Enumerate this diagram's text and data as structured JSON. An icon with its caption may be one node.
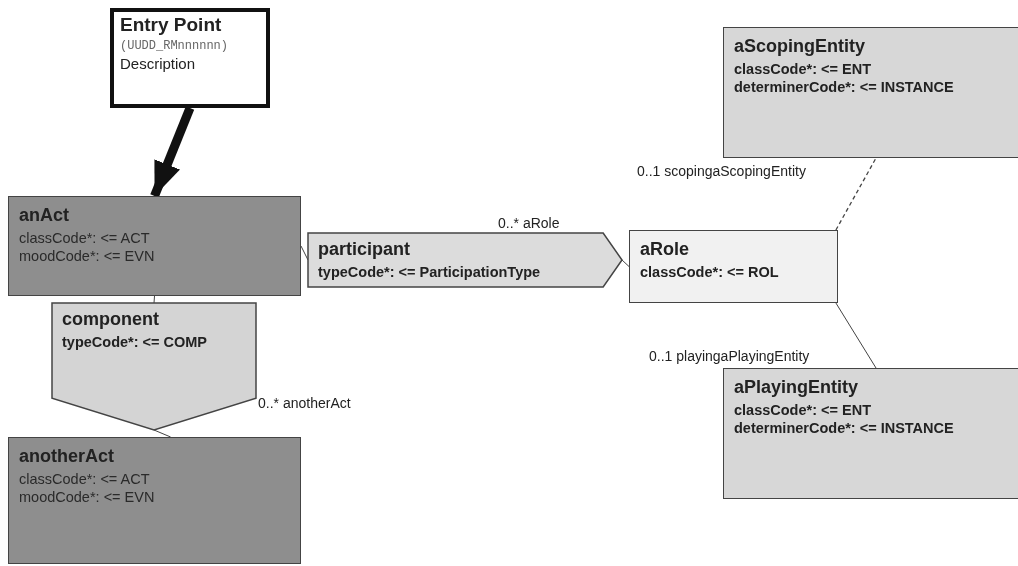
{
  "diagram": {
    "nodes": [
      {
        "text": [
          "Entry Point",
          "(UUDD_RMnnnnnn)",
          "Description"
        ]
      },
      {
        "text": [
          "anAct",
          "classCode*: <= ACT",
          "moodCode*: <= EVN"
        ]
      },
      {
        "text": [
          "participant",
          "typeCode*: <= ParticipationType"
        ],
        "beside": [
          "0..* aRole"
        ]
      },
      {
        "text": [
          "aRole",
          "classCode*: <= ROL"
        ]
      },
      {
        "text": [
          "aScopingEntity",
          "classCode*: <= ENT",
          "determinerCode*: <= INSTANCE"
        ]
      },
      {
        "text": [
          "aPlayingEntity",
          "classCode*: <= ENT",
          "determinerCode*: <= INSTANCE"
        ]
      },
      {
        "text": [
          "component",
          "typeCode*: <= COMP"
        ],
        "beside": [
          "0..* anotherAct"
        ]
      },
      {
        "text": [
          "anotherAct",
          "classCode*: <= ACT",
          "moodCode*: <= EVN"
        ]
      }
    ],
    "edges": [
      {
        "from": 0,
        "to": 1,
        "arrow": "to",
        "style": "thick"
      },
      {
        "from": 1,
        "to": 2,
        "arrow": "none"
      },
      {
        "from": 2,
        "to": 3,
        "arrow": "none"
      },
      {
        "from": 3,
        "to": 4,
        "arrow": "none",
        "style": "dashed",
        "label": "0..1 scopingaScopingEntity"
      },
      {
        "from": 3,
        "to": 5,
        "arrow": "none",
        "label": "0..1 playingaPlayingEntity"
      },
      {
        "from": 1,
        "to": 6,
        "arrow": "none"
      },
      {
        "from": 6,
        "to": 7,
        "arrow": "none"
      }
    ]
  }
}
